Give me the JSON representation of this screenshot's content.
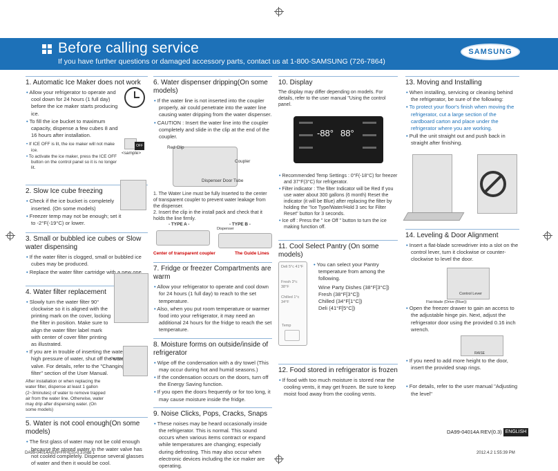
{
  "header": {
    "title": "Before calling service",
    "subtitle": "If you have further questions or damaged accessory parts, contact us at 1-800-SAMSUNG (726-7864)",
    "logo_text": "SAMSUNG",
    "colors": {
      "banner": "#1d71b8"
    }
  },
  "sections": {
    "s1": {
      "title": "1.   Automatic Ice Maker does not work",
      "bullets": [
        "Allow your refrigerator to operate and cool down for 24 hours (1 full day) before the ice maker starts producing ice.",
        "To fill the ice bucket to maximum capacity, dispense a few cubes 8 and 16 hours after installation."
      ],
      "notes": [
        "If ICE OFF is lit, the ice maker will not make ice.",
        "To activate the ice maker, press the ICE OFF button on the control panel so it is no longer lit."
      ],
      "sample_label": "<sample>",
      "off_label": "OFF"
    },
    "s2": {
      "title": "2.   Slow Ice cube freezing",
      "bullets": [
        "Check if the ice bucket is completely inserted. (On some models)",
        "Freezer temp may not be enough; set it to -2°F(-19°C) or lower."
      ]
    },
    "s3": {
      "title": "3.   Small or bubbled ice cubes or Slow water dispensing",
      "bullets": [
        "If the water filter is clogged, small or bubbled ice cubes may be produced.",
        "Replace the water filter cartridge with a new one."
      ]
    },
    "s4": {
      "title": "4.   Water filter replacement",
      "bullets": [
        "Slowly turn the water filter 90° clockwise so it is aligned with the printing mark on the cover, locking the filter in position. Make sure to align the water filter label mark with center of cover filter printing as illustrated.",
        "If you are in trouble of inserting the water filter as high pressure of water, shut off the water supply valve. For details, refer to the \"Changing the water filter\" section of the User Manual."
      ],
      "note": "After installation or when replacing the water filter, dispense at least 1 gallon (2~3minutes) of water to remove trapped air from the water line. Otherwise, water may drip after dispensing water. (On some models)",
      "push_label": "PUSH"
    },
    "s5": {
      "title": "5.   Water is not cool enough(On some models)",
      "bullets": [
        "The first glass of water may not be cold enough because the stored water in the water valve has not cooled completely. Dispense several glasses of water and then it would be cool."
      ]
    },
    "s6": {
      "title": "6.   Water dispenser dripping(On some models)",
      "bullets": [
        "If the water line is not inserted into the coupler properly, air could penetrate into the water line causing water dripping from the water dispenser.",
        "CAUTION :   Insert the water line into the coupler completely and slide in the clip at the end of the coupler."
      ],
      "steps": [
        "1. The Water Line must be fully Inserted to the center of transparent coupler to prevent water leakage from the dispenser.",
        "2. Insert the clip in the install pack and check that it holds the line firmly."
      ],
      "type_a": "- TYPE A -",
      "type_b": "- TYPE B -",
      "label_center": "Center of transparent coupler",
      "label_guide": "The Guide Lines",
      "label_dispenser": "Dispenser",
      "label_redclip": "Red Clip",
      "label_coupler": "Coupler",
      "label_tube": "Dispenser Door Tube"
    },
    "s7": {
      "title": "7.   Fridge or freezer Compartments are warm",
      "bullets": [
        "Allow your refrigerator to operate and cool down for 24 hours (1 full day) to reach to the set temperature.",
        "Also, when you put room temperature or warmer food into your refrigerator, it may need an additional 24 hours for the fridge to reach the set temperature."
      ]
    },
    "s8": {
      "title": "8.   Moisture forms on outside/inside of refrigerator",
      "bullets": [
        "Wipe off the condensation with a dry towel (This may occur during hot and humid seasons.)",
        "If the condensation occurs on the doors, turn off the Energy Saving function.",
        "If you open the doors frequently or for too long, it may cause moisture inside the fridge."
      ]
    },
    "s9": {
      "title": "9.   Noise Clicks, Pops, Cracks, Snaps",
      "bullets": [
        "These noises may be heard occasionally inside the refrigerator. This is normal. This sound occurs when various items contract or expand while temperatures are changing; especially during defrosting. This may also occur when electronic devices including the ice maker are operating."
      ]
    },
    "s10": {
      "title": "10.  Display",
      "intro": "The display may differ depending on models. For details, refer to the user manual \"Using the control panel.",
      "panel_left": "-88°",
      "panel_right": "88°",
      "bullets": [
        "Recommended Temp Settings : 0°F(-18°C) for freezer and 37°F(3°C) for refrigerator.",
        "Filter indicator : The filter Indicator will be Red If you use water about 300 gallons (6 month) Reset the indicator (it will be Blue) after replacing the filter by holding the \"Ice Type/Water/Hold 3 sec for Filter Reset\" button for 3 seconds.",
        "Ice off : Press the \" Ice Off \" button to turn the ice making function off."
      ]
    },
    "s11": {
      "title": "11.  Cool Select Pantry (On some models)",
      "intro": "You can select your Pantry temperature from among the following.",
      "options": [
        "Wine Party Dishes (38°F[3°C])",
        "Fresh (38°F[3°C])",
        "Chilled (34°F[1°C])",
        "Deli (41°F[5°C])"
      ],
      "panel_items": [
        "Deli 5°c 41°F",
        "Fresh 3°c 38°F",
        "Chilled 1°c 34°F"
      ],
      "panel_temp": "Temp"
    },
    "s12": {
      "title": "12.  Food stored in refrigerator is frozen",
      "bullets": [
        "If food with too much moisture is stored near the cooling vents, it may get frozen. Be sure to keep moist food away from the cooling vents."
      ]
    },
    "s13": {
      "title": "13.  Moving and Installing",
      "bullets": [
        "When installing, servicing or cleaning behind the refrigerator, be sure of the following:",
        "To protect your floor's finish when moving the refrigerator, cut a large section of the cardboard carton and place under the refrigerator where you are working.",
        "Pull the unit straight out and push back in straight after finishing."
      ]
    },
    "s14": {
      "title": "14.  Leveling & Door Alignment",
      "bullets": [
        "Insert a flat-blade screwdriver into a slot on the control lever, turn it clockwise or counter-clockwise to level the door.",
        "Open the freezer drawer to gain an access to the adjustable hinge pin. Next, adjust the refrigerator door using the provided 0.16 inch wrench.",
        "If you need to add more height to the door, insert the provided snap rings.",
        "For details, refer to the user manual \"Adjusting the level\""
      ],
      "label_lever": "Control Lever",
      "label_screwdriver": "Flat-blade (Drive (Blue))",
      "label_raise": "RAISE"
    }
  },
  "footer": {
    "doc_number": "DA99-04014A  REV(0.3)",
    "language": "ENGLISH",
    "file": "DA99-04014A(EN+FR+ES)-0.3.indd   1",
    "date": "2012.4.2   1:55:39 PM"
  }
}
